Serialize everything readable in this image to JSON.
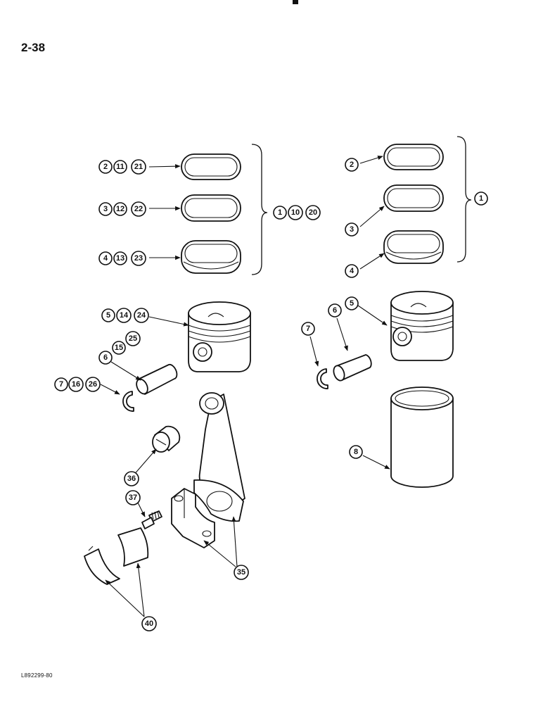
{
  "page": {
    "number": "2-38",
    "code": "L892299-80"
  },
  "callouts": {
    "top_ring_a": [
      "2",
      "11",
      "21"
    ],
    "second_ring_a": [
      "3",
      "12",
      "22"
    ],
    "oil_ring_a": [
      "4",
      "13",
      "23"
    ],
    "ring_kit_a": [
      "1",
      "10",
      "20"
    ],
    "piston_a": [
      "5",
      "14",
      "24"
    ],
    "pin_a": [
      "6",
      "15",
      "25"
    ],
    "snap_ring_a": [
      "7",
      "16",
      "26"
    ],
    "rod_bushing": "36",
    "rod_bolt": "37",
    "rod_assembly": "35",
    "rod_bearing": "40",
    "top_ring_b": "2",
    "second_ring_b": "3",
    "oil_ring_b": "4",
    "ring_kit_b": "1",
    "piston_b": "5",
    "pin_b": "6",
    "snap_ring_b": "7",
    "liner_b": "8"
  }
}
